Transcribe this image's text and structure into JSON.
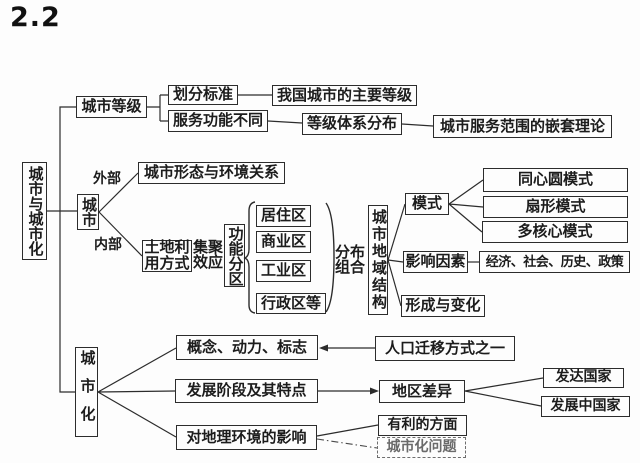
{
  "page": {
    "title": "2.2"
  },
  "colors": {
    "line": "#2c2c2c",
    "text": "#1c1c1c",
    "background": "#fdfdfd",
    "faded_text": "#6a6a6a"
  },
  "mindmap": {
    "root": "城市与城市化",
    "city_level": {
      "label": "城市等级",
      "division_standard": "划分标准",
      "china_main_levels": "我国城市的主要等级",
      "service_function_diff": "服务功能不同",
      "hierarchy_distribution": "等级体系分布",
      "nesting_theory": "城市服务范围的嵌套理论"
    },
    "city": {
      "label": "城市",
      "external": "外部",
      "internal": "内部",
      "form_environment": "城市形态与环境关系",
      "land_use": "土地利用方式",
      "agglomeration": "集聚效应",
      "functional_zoning": "功能分区",
      "zones": [
        "居住区",
        "商业区",
        "工业区",
        "行政区等"
      ],
      "distribution_combination": "分布组合",
      "spatial_structure": "城市地域结构",
      "model": {
        "label": "模式",
        "items": [
          "同心圆模式",
          "扇形模式",
          "多核心模式"
        ]
      },
      "factors": {
        "label": "影响因素",
        "detail": "经济、社会、历史、政策"
      },
      "formation_change": "形成与变化"
    },
    "urbanization": {
      "label": "城市化",
      "concept": "概念、动力、标志",
      "migration_note": "人口迁移方式之一",
      "stages": "发展阶段及其特点",
      "regional_difference": "地区差异",
      "developed_countries": "发达国家",
      "developing_countries": "发展中国家",
      "impact": "对地理环境的影响",
      "favorable": "有利的方面",
      "problems": "城市化问题"
    }
  }
}
